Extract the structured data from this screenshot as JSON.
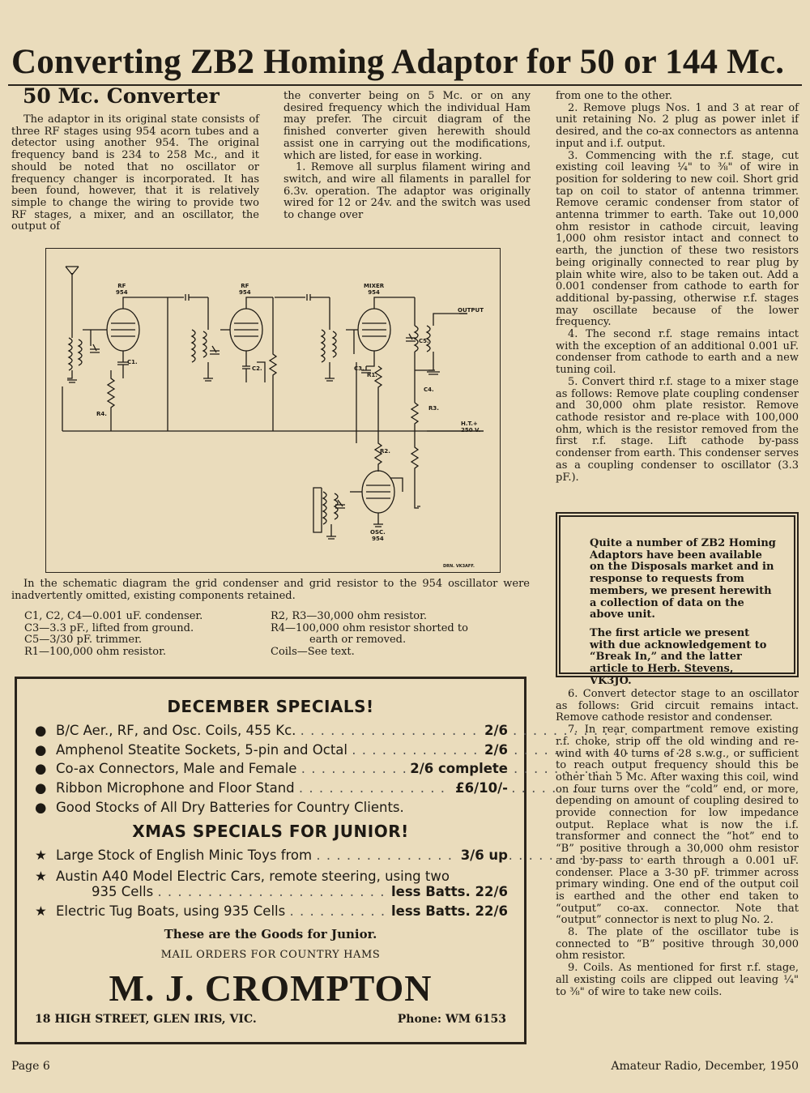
{
  "title": "Converting ZB2 Homing Adaptor for 50 or 144 Mc.",
  "subhead": "50 Mc. Converter",
  "col1_p1": "The adaptor in its original state consists of three RF stages using 954 acorn tubes and a detector using another 954. The original frequency band is 234 to 258 Mc., and it should be noted that no oscillator or frequency changer is incorporated. It has been found, however, that it is relatively simple to change the wiring to provide two RF stages, a mixer, and an oscillator, the output of",
  "col2_p1": "the converter being on 5 Mc. or on any desired frequency which the individual Ham may prefer. The circuit diagram of the finished converter given herewith should assist one in carrying out the modifications, which are listed, for ease in working.",
  "col2_p2": "1. Remove all surplus filament wiring and switch, and wire all filaments in parallel for 6.3v. operation. The adaptor was originally wired for 12 or 24v. and the switch was used to change over",
  "col3_p0": "from one to the other.",
  "col3_p2": "2. Remove plugs Nos. 1 and 3 at rear of unit retaining No. 2 plug as power inlet if desired, and the co-ax connectors as antenna input and i.f. output.",
  "col3_p3": "3. Commencing with the r.f. stage, cut existing coil leaving ¼\" to ⅜\" of wire in position for soldering to new coil. Short grid tap on coil to stator of antenna trimmer. Remove ceramic condenser from stator of antenna trimmer to earth. Take out 10,000 ohm resistor in cathode circuit, leaving 1,000 ohm resistor intact and connect to earth, the junction of these two resistors being originally connected to rear plug by plain white wire, also to be taken out. Add a 0.001 condenser from cathode to earth for additional by-passing, otherwise r.f. stages may oscillate because of the lower frequency.",
  "col3_p4": "4. The second r.f. stage remains intact with the exception of an additional 0.001 uF. condenser from cathode to earth and a new tuning coil.",
  "col3_p5": "5. Convert third r.f. stage to a mixer stage as follows: Remove plate coupling condenser and 30,000 ohm plate resistor. Remove cathode resistor and re-place with 100,000 ohm, which is the resistor removed from the first r.f. stage. Lift cathode by-pass condenser from earth. This condenser serves as a coupling condenser to oscillator (3.3 pF.).",
  "note_p1": "Quite a number of ZB2 Homing Adaptors have been available on the Disposals market and in response to requests from members, we present herewith a collection of data on the above unit.",
  "note_p2": "The first article we present with due acknowledgement to “Break In,” and the latter article to Herb. Stevens, VK3JO.",
  "col3_p6": "6. Convert detector stage to an oscillator as follows: Grid circuit remains intact. Remove cathode resistor and condenser.",
  "col3_p7": "7. In rear compartment remove existing r.f. choke, strip off the old winding and re-wind with 40 turns of 28 s.w.g., or sufficient to reach output frequency should this be other than 5 Mc. After waxing this coil, wind on four turns over the “cold” end, or more, depending on amount of coupling desired to provide connection for low impedance output. Replace what is now the i.f. transformer and connect the “hot” end to “B” positive through a 30,000 ohm resistor and by-pass to earth through a 0.001 uF. condenser. Place a 3-30 pF. trimmer across primary winding. One end of the output coil is earthed and the other end taken to “output” co-ax. connector. Note that “output” connector is next to plug No. 2.",
  "col3_p8": "8. The plate of the oscillator tube is connected to “B” positive through 30,000 ohm resistor.",
  "col3_p9": "9. Coils. As mentioned for first r.f. stage, all existing coils are clipped out leaving ¼\" to ⅜\" of wire to take new coils.",
  "diagram": {
    "rf1": "RF\n954",
    "rf2": "RF\n954",
    "mixer": "MIXER\n954",
    "osc": "OSC.\n954",
    "output": "OUTPUT",
    "ht": "H.T.+\n250 V.",
    "c1": "C1.",
    "c2": "C2.",
    "c3": "C3.",
    "c4": "C4.",
    "c5": "C5.",
    "r1": "R1.",
    "r2": "R2.",
    "r3": "R3.",
    "r4": "R4.",
    "credit": "DRN. VK3AFF."
  },
  "caption": "In the schematic diagram the grid condenser and grid resistor to the 954 oscillator were inadvertently omitted, existing components retained.",
  "parts_left": [
    "C1, C2, C4—0.001 uF. condenser.",
    "C3—3.3 pF., lifted from ground.",
    "C5—3/30 pF. trimmer.",
    "R1—100,000 ohm resistor."
  ],
  "parts_right": [
    "R2, R3—30,000 ohm resistor.",
    "R4—100,000 ohm resistor shorted to",
    "earth or removed.",
    "Coils—See text."
  ],
  "ad": {
    "heading1": "DECEMBER SPECIALS!",
    "items1": [
      {
        "text": "B/C Aer., RF, and Osc. Coils, 455 Kc.",
        "price": "2/6"
      },
      {
        "text": "Amphenol Steatite Sockets, 5-pin and Octal",
        "price": "2/6"
      },
      {
        "text": "Co-ax Connectors, Male and Female",
        "price": "2/6 complete"
      },
      {
        "text": "Ribbon Microphone and Floor Stand",
        "price": "£6/10/-"
      },
      {
        "text": "Good Stocks of All Dry Batteries for Country Clients.",
        "price": ""
      }
    ],
    "heading2": "XMAS SPECIALS FOR JUNIOR!",
    "item2_1": "Large Stock of English Minic Toys from",
    "item2_1_price": "3/6 up",
    "item2_2a": "Austin A40 Model Electric Cars, remote steering, using two",
    "item2_2b": "935 Cells",
    "item2_2_price": "less Batts. 22/6",
    "item2_3": "Electric Tug Boats, using 935 Cells",
    "item2_3_price": "less Batts. 22/6",
    "tagline": "These are the Goods for Junior.",
    "mail": "MAIL ORDERS FOR COUNTRY HAMS",
    "company": "M. J. CROMPTON",
    "address": "18 HIGH STREET, GLEN IRIS, VIC.",
    "phone": "Phone: WM 6153"
  },
  "dots": ". . . . . . . . . . . . . . . . . . . . . . . . . . . . . . . . .",
  "footer_left": "Page 6",
  "footer_right": "Amateur Radio, December, 1950"
}
